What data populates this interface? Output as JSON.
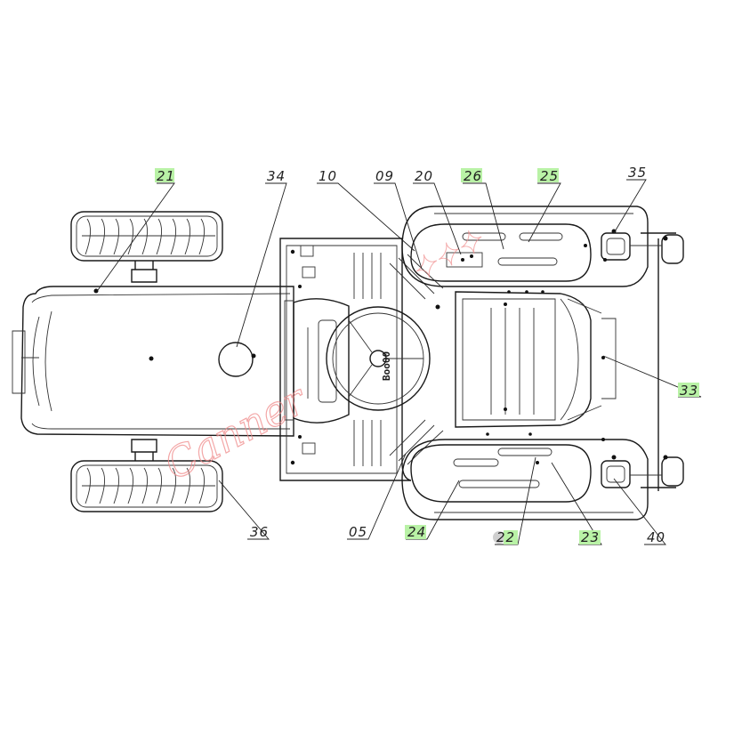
{
  "diagram": {
    "callouts": [
      {
        "id": "21",
        "label": "21",
        "highlight": "green"
      },
      {
        "id": "34",
        "label": "34",
        "highlight": "none"
      },
      {
        "id": "10",
        "label": "10",
        "highlight": "none"
      },
      {
        "id": "09",
        "label": "09",
        "highlight": "none"
      },
      {
        "id": "20",
        "label": "20",
        "highlight": "none"
      },
      {
        "id": "26",
        "label": "26",
        "highlight": "green"
      },
      {
        "id": "25",
        "label": "25",
        "highlight": "green"
      },
      {
        "id": "35",
        "label": "35",
        "highlight": "none"
      },
      {
        "id": "33",
        "label": "33",
        "highlight": "green"
      },
      {
        "id": "36",
        "label": "36",
        "highlight": "none"
      },
      {
        "id": "05",
        "label": "05",
        "highlight": "none"
      },
      {
        "id": "24",
        "label": "24",
        "highlight": "green"
      },
      {
        "id": "22",
        "label": "22",
        "highlight": "green-gray"
      },
      {
        "id": "23",
        "label": "23",
        "highlight": "green"
      },
      {
        "id": "40",
        "label": "40",
        "highlight": "none"
      }
    ],
    "steering_wheel_text": "Boo00",
    "watermark_text": "Canner",
    "colors": {
      "line": "#1a1a1a",
      "highlight": "#b9f2a6",
      "watermark": "#f08a8a",
      "background": "#ffffff"
    }
  }
}
